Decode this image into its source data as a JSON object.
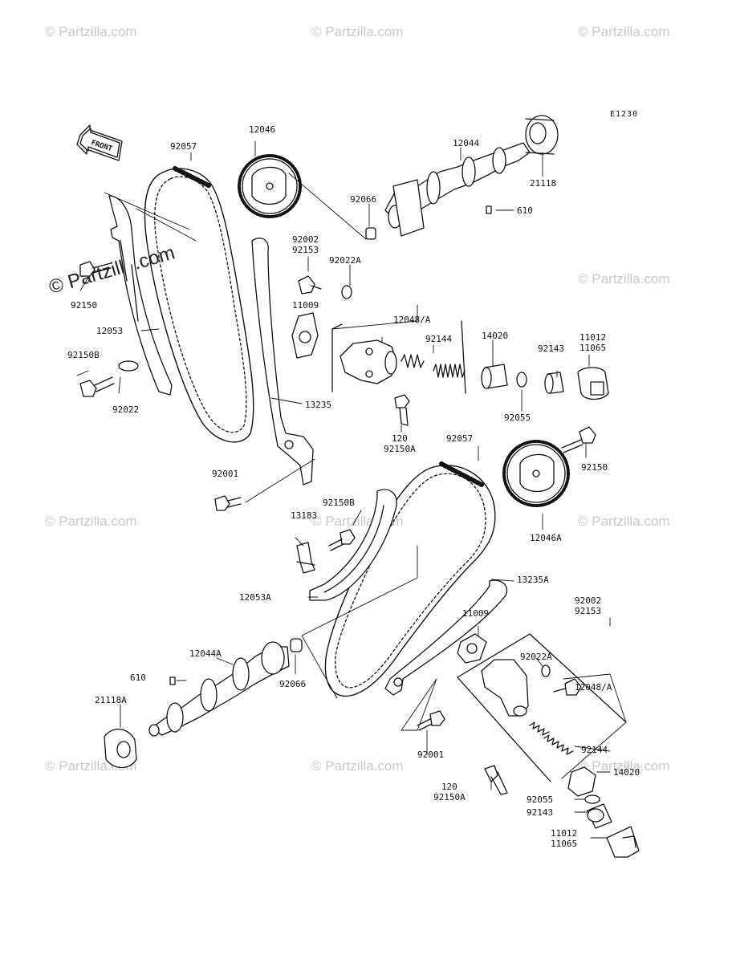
{
  "diagram_code": "E1230",
  "front_label": "FRONT",
  "watermark": "© Partzilla.com",
  "parts": [
    {
      "id": "p-12046",
      "text": "12046"
    },
    {
      "id": "p-92057",
      "text": "92057"
    },
    {
      "id": "p-12044",
      "text": "12044"
    },
    {
      "id": "p-21118",
      "text": "21118"
    },
    {
      "id": "p-610",
      "text": "610"
    },
    {
      "id": "p-92066",
      "text": "92066"
    },
    {
      "id": "p-92002-92153",
      "text": "92002\n92153"
    },
    {
      "id": "p-92022A",
      "text": "92022A"
    },
    {
      "id": "p-92150",
      "text": "92150"
    },
    {
      "id": "p-11009",
      "text": "11009"
    },
    {
      "id": "p-12048A",
      "text": "12048/A"
    },
    {
      "id": "p-12053",
      "text": "12053"
    },
    {
      "id": "p-92144",
      "text": "92144"
    },
    {
      "id": "p-14020",
      "text": "14020"
    },
    {
      "id": "p-92143",
      "text": "92143"
    },
    {
      "id": "p-11012-11065",
      "text": "11012\n11065"
    },
    {
      "id": "p-92150B",
      "text": "92150B"
    },
    {
      "id": "p-92022",
      "text": "92022"
    },
    {
      "id": "p-13235",
      "text": "13235"
    },
    {
      "id": "p-92055",
      "text": "92055"
    },
    {
      "id": "p-120-92150A",
      "text": "120\n92150A"
    },
    {
      "id": "p-92057-2",
      "text": "92057"
    },
    {
      "id": "p-92150-2",
      "text": "92150"
    },
    {
      "id": "p-92001",
      "text": "92001"
    },
    {
      "id": "p-92150B-2",
      "text": "92150B"
    },
    {
      "id": "p-13183",
      "text": "13183"
    },
    {
      "id": "p-12046A",
      "text": "12046A"
    },
    {
      "id": "p-12053A",
      "text": "12053A"
    },
    {
      "id": "p-13235A",
      "text": "13235A"
    },
    {
      "id": "p-92002-92153-2",
      "text": "92002\n92153"
    },
    {
      "id": "p-11009-2",
      "text": "11009"
    },
    {
      "id": "p-92022A-2",
      "text": "92022A"
    },
    {
      "id": "p-12044A",
      "text": "12044A"
    },
    {
      "id": "p-12048A-2",
      "text": "12048/A"
    },
    {
      "id": "p-610-2",
      "text": "610"
    },
    {
      "id": "p-92066-2",
      "text": "92066"
    },
    {
      "id": "p-21118A",
      "text": "21118A"
    },
    {
      "id": "p-92144-2",
      "text": "92144"
    },
    {
      "id": "p-92001-2",
      "text": "92001"
    },
    {
      "id": "p-14020-2",
      "text": "14020"
    },
    {
      "id": "p-120-92150A-2",
      "text": "120\n92150A"
    },
    {
      "id": "p-92055-2",
      "text": "92055"
    },
    {
      "id": "p-92143-2",
      "text": "92143"
    },
    {
      "id": "p-11012-11065-2",
      "text": "11012\n11065"
    }
  ]
}
